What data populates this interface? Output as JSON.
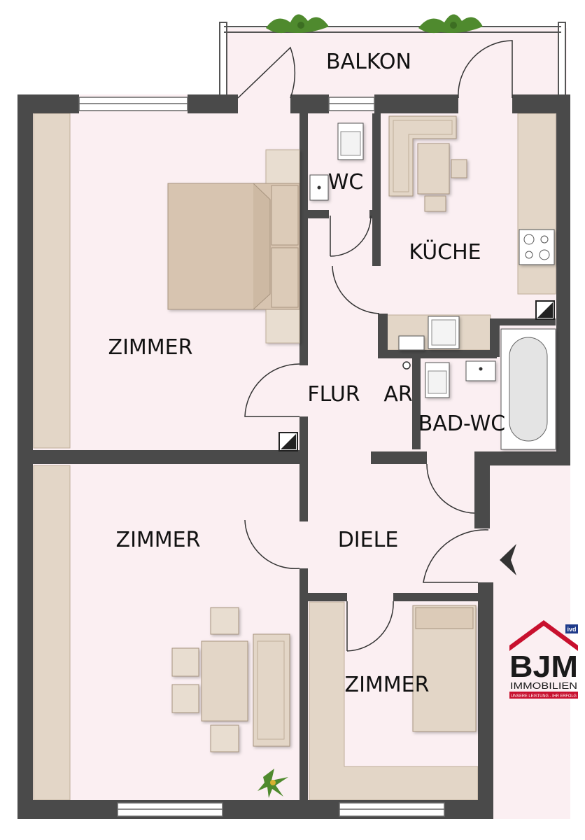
{
  "rooms": {
    "balkon": "BALKON",
    "wc": "WC",
    "kueche": "KÜCHE",
    "zimmer_1": "ZIMMER",
    "flur": "FLUR",
    "ar": "AR",
    "bad_wc": "BAD-WC",
    "zimmer_2": "ZIMMER",
    "diele": "DIELE",
    "zimmer_3": "ZIMMER"
  },
  "logo": {
    "badge": "ivd",
    "letters": "BJM",
    "name": "IMMOBILIEN",
    "slogan": "UNSERE LEISTUNG - IHR ERFOLG"
  },
  "colors": {
    "wall": "#4a4a4a",
    "floor": "#fbeff2",
    "furniture": "#e3d6c7",
    "brand_red": "#c8102e"
  },
  "icons": [
    "entrance-arrow-icon",
    "plant-icon",
    "shaft-icon"
  ]
}
